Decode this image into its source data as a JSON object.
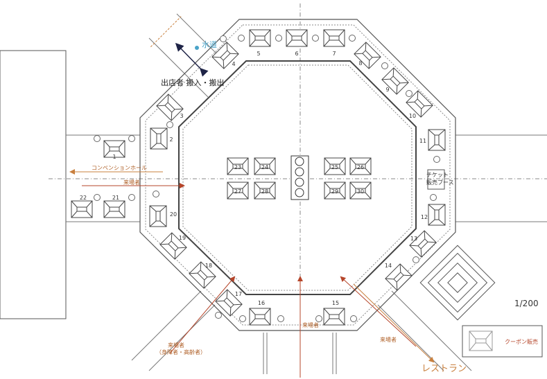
{
  "labels": {
    "water": "水道",
    "vendor_loading": "出店者 搬入・搬出",
    "convention_hall": "コンベンションホール",
    "visitors": "来場者",
    "visitors_bottom": "来場者",
    "visitors_right": "来場者",
    "visitors_accessible_1": "来場者",
    "visitors_accessible_2": "（身障者・高齢者）",
    "restaurant": "レストラン",
    "ticket_booth_1": "チケット",
    "ticket_booth_2": "販売ブース",
    "scale": "1/200"
  },
  "legend": {
    "label": "クーポン販売"
  },
  "booths": [
    "1",
    "2",
    "3",
    "4",
    "5",
    "6",
    "7",
    "8",
    "9",
    "10",
    "11",
    "12",
    "13",
    "14",
    "15",
    "16",
    "17",
    "18",
    "19",
    "20",
    "21",
    "22",
    "23",
    "24",
    "25",
    "26",
    "27",
    "28",
    "29",
    "30"
  ],
  "colors": {
    "orange": "#c9803e",
    "red": "#b5452a",
    "navy": "#1f2447",
    "water": "#4aa3c8",
    "line": "#555555"
  }
}
